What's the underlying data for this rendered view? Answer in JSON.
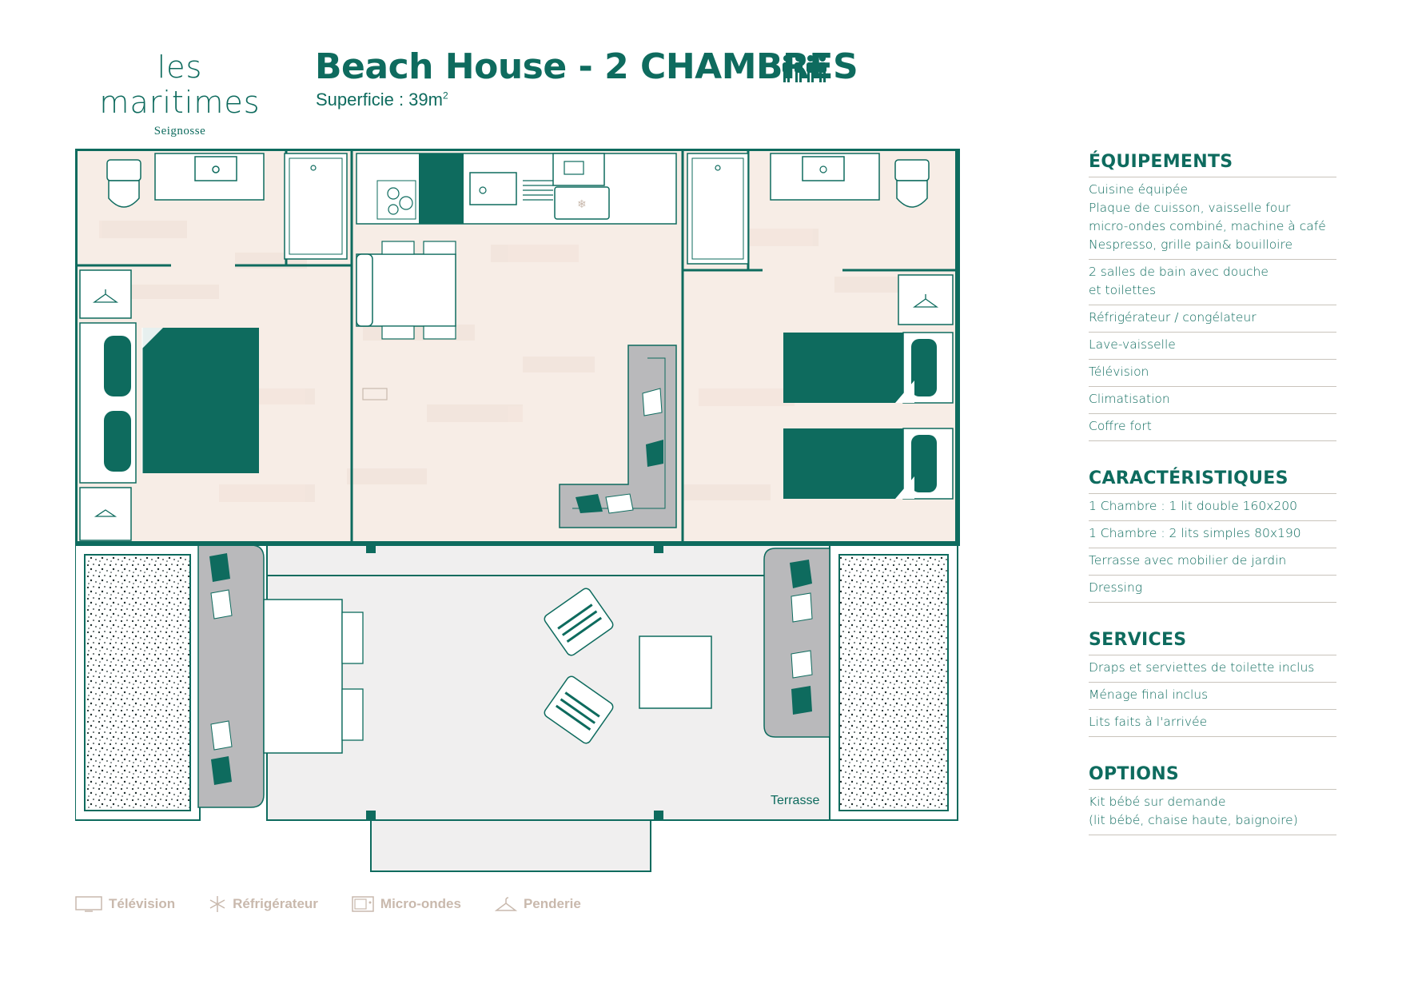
{
  "brand": {
    "name": "les maritimes",
    "location": "Seignosse"
  },
  "header": {
    "title": "Beach House - 2 CHAMBRES",
    "area": "Superficie : 39m",
    "area_sup": "2"
  },
  "plan": {
    "terrace_label": "Terrasse"
  },
  "legend": [
    {
      "label": "Télévision",
      "icon": "tv-icon"
    },
    {
      "label": "Réfrigérateur",
      "icon": "snowflake-icon"
    },
    {
      "label": "Micro-ondes",
      "icon": "microwave-icon"
    },
    {
      "label": "Penderie",
      "icon": "hanger-icon"
    }
  ],
  "sections": {
    "equipements": {
      "title": "ÉQUIPEMENTS",
      "items": [
        "Cuisine équipée",
        "Plaque de cuisson, vaisselle four",
        "micro-ondes combiné, machine à café",
        "Nespresso, grille pain& bouilloire",
        "2 salles de bain avec douche",
        "et toilettes",
        "Réfrigérateur / congélateur",
        "Lave-vaisselle",
        "Télévision",
        "Climatisation",
        "Coffre fort"
      ]
    },
    "caracteristiques": {
      "title": "CARACTÉRISTIQUES",
      "items": [
        "1 Chambre : 1 lit double 160x200",
        "1 Chambre : 2 lits simples 80x190",
        "Terrasse avec mobilier de jardin",
        "Dressing"
      ]
    },
    "services": {
      "title": "SERVICES",
      "items": [
        "Draps et serviettes de toilette inclus",
        "Ménage final inclus",
        "Lits faits à l'arrivée"
      ]
    },
    "options": {
      "title": "OPTIONS",
      "items": [
        "Kit bébé sur demande",
        "(lit bébé, chaise haute, baignoire)"
      ]
    }
  },
  "colors": {
    "teal": "#0e6b5e",
    "floor": "#f7ede6",
    "grey": "#b9b9bb",
    "beige": "#c9b9ad"
  }
}
